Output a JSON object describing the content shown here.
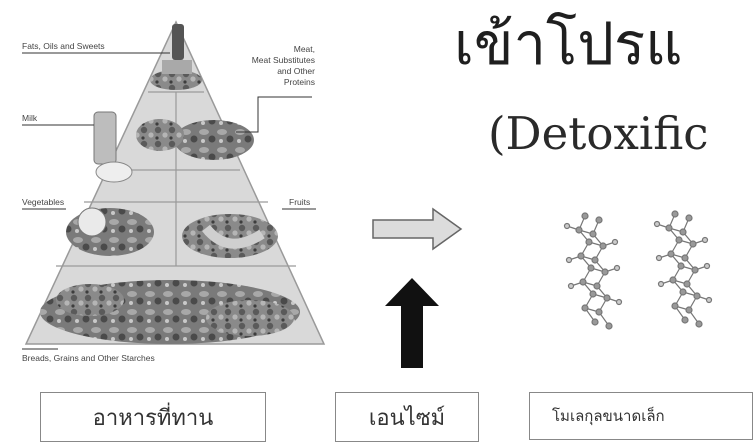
{
  "title_thai": "เข้าโปรแ",
  "title_english": "(Detoxific",
  "pyramid": {
    "labels": {
      "fats": "Fats, Oils and Sweets",
      "meat": "Meat,\nMeat Substitutes\nand Other\nProteins",
      "milk": "Milk",
      "vegetables": "Vegetables",
      "fruits": "Fruits",
      "breads": "Breads, Grains and Other Starches"
    }
  },
  "boxes": {
    "food": "อาหารที่ทาน",
    "enzyme": "เอนไซม์",
    "small_molecules": "โมเลกุลขนาดเล็ก"
  },
  "colors": {
    "arrow_fill": "#dcdcdc",
    "up_arrow": "#111111",
    "box_border": "#888888"
  },
  "icons": {
    "flow_arrow": "right-arrow-outline",
    "enzyme_arrow": "up-arrow-solid"
  }
}
